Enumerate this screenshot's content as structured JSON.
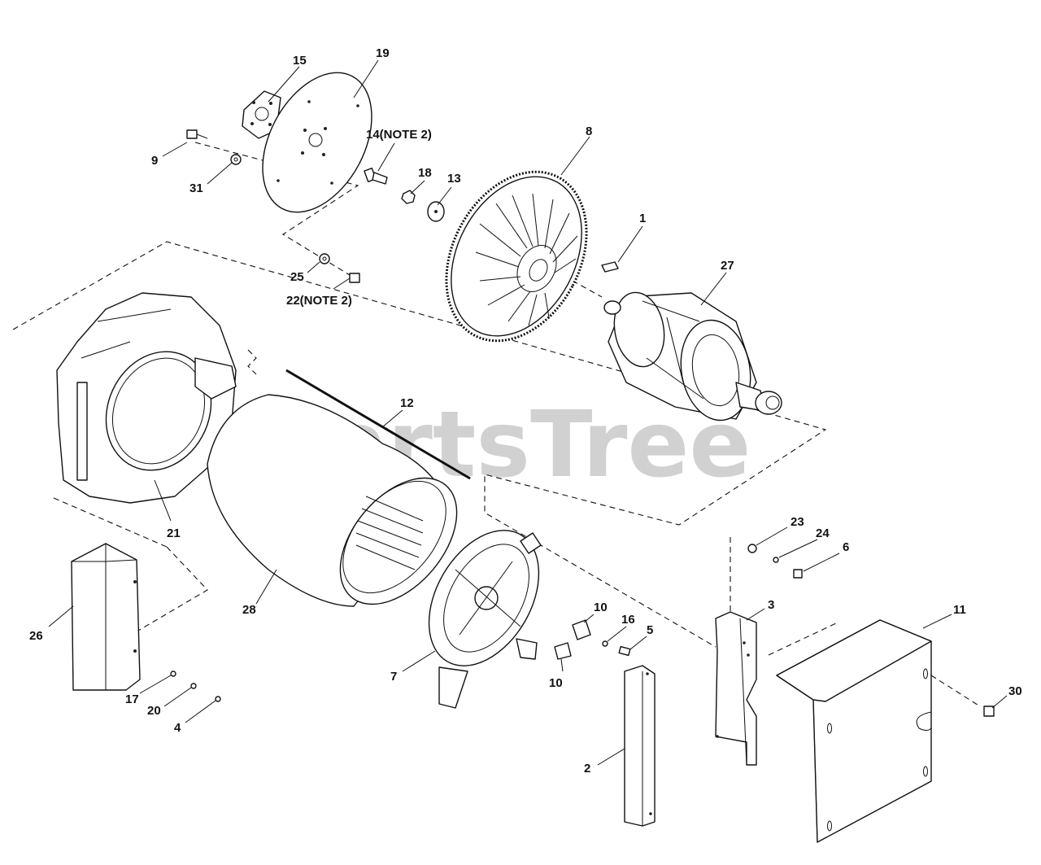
{
  "watermark": "PartsTree",
  "callouts": {
    "c1": "1",
    "c2": "2",
    "c3": "3",
    "c4": "4",
    "c5": "5",
    "c6": "6",
    "c7": "7",
    "c8": "8",
    "c9": "9",
    "c10a": "10",
    "c10b": "10",
    "c11": "11",
    "c12": "12",
    "c13": "13",
    "c14": "14(NOTE 2)",
    "c15": "15",
    "c16": "16",
    "c17": "17",
    "c18": "18",
    "c19": "19",
    "c20": "20",
    "c21": "21",
    "c22": "22(NOTE 2)",
    "c23": "23",
    "c24": "24",
    "c25": "25",
    "c26": "26",
    "c27": "27",
    "c28": "28",
    "c30": "30",
    "c31": "31"
  }
}
